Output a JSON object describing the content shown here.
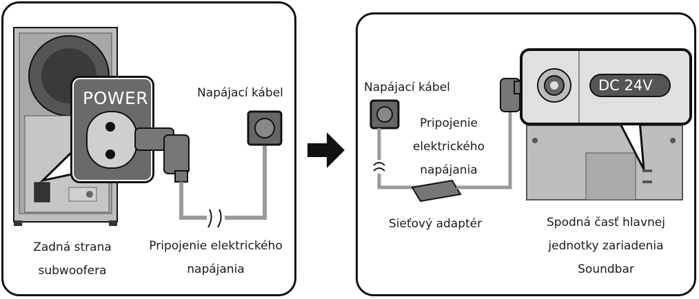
{
  "left_panel": {
    "power_label": "POWER",
    "power_cable_label": "Napájací kábel",
    "caption_left": [
      "Zadná strana",
      "subwoofera"
    ],
    "caption_right": [
      "Pripojenie elektrického",
      "napájania"
    ]
  },
  "right_panel": {
    "power_cable_label": "Napájací kábel",
    "connection_label": [
      "Pripojenie",
      "elektrického",
      "napájania"
    ],
    "dc_label": "DC 24V",
    "adapter_label": "Sieťový adaptér",
    "soundbar_label": [
      "Spodná časť hlavnej",
      "jednotky zariadenia",
      "Soundbar"
    ]
  },
  "colors": {
    "outline": "#111111",
    "device_gray": "#6a6a6a",
    "cable_gray": "#9a9a9a",
    "panel_light": "#e6e6e6"
  },
  "icons": [
    "arrow-right-icon",
    "power-outlet-icon",
    "plug-icon",
    "dc-jack-icon",
    "cable-break-icon"
  ]
}
